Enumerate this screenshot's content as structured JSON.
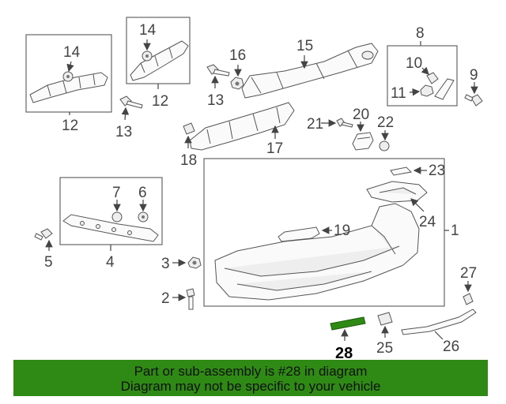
{
  "callouts": {
    "c1": "1",
    "c2": "2",
    "c3": "3",
    "c4": "4",
    "c5": "5",
    "c6": "6",
    "c7": "7",
    "c8": "8",
    "c9": "9",
    "c10": "10",
    "c11": "11",
    "c12a": "12",
    "c12b": "12",
    "c13a": "13",
    "c13b": "13",
    "c14a": "14",
    "c14b": "14",
    "c15": "15",
    "c16": "16",
    "c17": "17",
    "c18": "18",
    "c19": "19",
    "c20": "20",
    "c21": "21",
    "c22": "22",
    "c23": "23",
    "c24": "24",
    "c25": "25",
    "c26": "26",
    "c27": "27",
    "c28": "28"
  },
  "highlight": {
    "part_number": "28",
    "color": "#2e8a14"
  },
  "banner": {
    "line1": "Part or sub-assembly is #28 in diagram",
    "line2": "Diagram may not be specific to your vehicle"
  }
}
